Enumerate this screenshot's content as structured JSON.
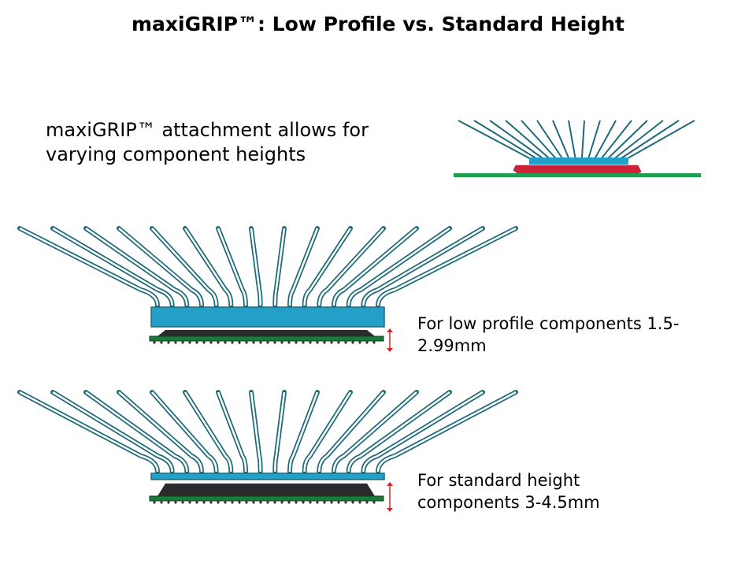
{
  "title": "maxiGRIP™: Low Profile vs. Standard Height",
  "intro_text": "maxiGRIP™ attachment allows for varying component heights",
  "low_profile_caption": "For low profile components 1.5-2.99mm",
  "standard_caption": "For standard height components 3-4.5mm",
  "colors": {
    "fin": "#1e6a7a",
    "base": "#22a0c8",
    "chip": "#2b2b2b",
    "pcb": "#1a7a3a",
    "arrow": "#e02020",
    "small_chip": "#d0203a",
    "small_pcb": "#1ea050"
  }
}
